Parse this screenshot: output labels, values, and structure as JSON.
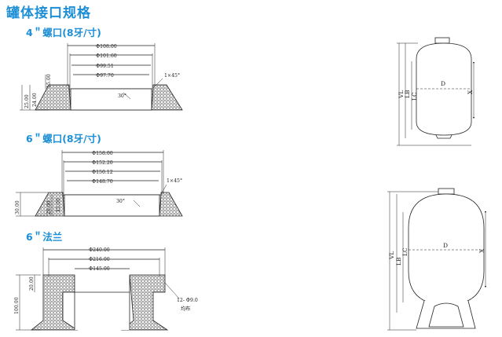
{
  "title": "罐体接口规格",
  "sections": {
    "s4": {
      "label": "4＂螺口(8牙/寸)",
      "dims": [
        "Φ108.00",
        "Φ101.60",
        "Φ99.51",
        "Φ97.70"
      ],
      "chamfer": "1×45°",
      "angle": "30°",
      "heights": [
        "15.00",
        "25.00",
        "24.00"
      ]
    },
    "s6": {
      "label": "6＂螺口(8牙/寸)",
      "dims": [
        "Φ158.00",
        "Φ152.20",
        "Φ150.12",
        "Φ148.70"
      ],
      "chamfer": "1×45°",
      "angle": "30°",
      "heights": [
        "30.00",
        "29.00",
        "15.00"
      ]
    },
    "flange": {
      "label": "6＂法兰",
      "dims": [
        "Φ240.00",
        "Φ216.00",
        "Φ145.00"
      ],
      "heights": [
        "100.00",
        "20.00"
      ],
      "bolt": "12- Φ9.0",
      "bolt_note": "均布"
    },
    "tanks": {
      "labels": [
        "D",
        "X",
        "LC",
        "LB",
        "VL"
      ]
    }
  },
  "colors": {
    "heading": "#1c8fd6",
    "line": "#222222"
  }
}
